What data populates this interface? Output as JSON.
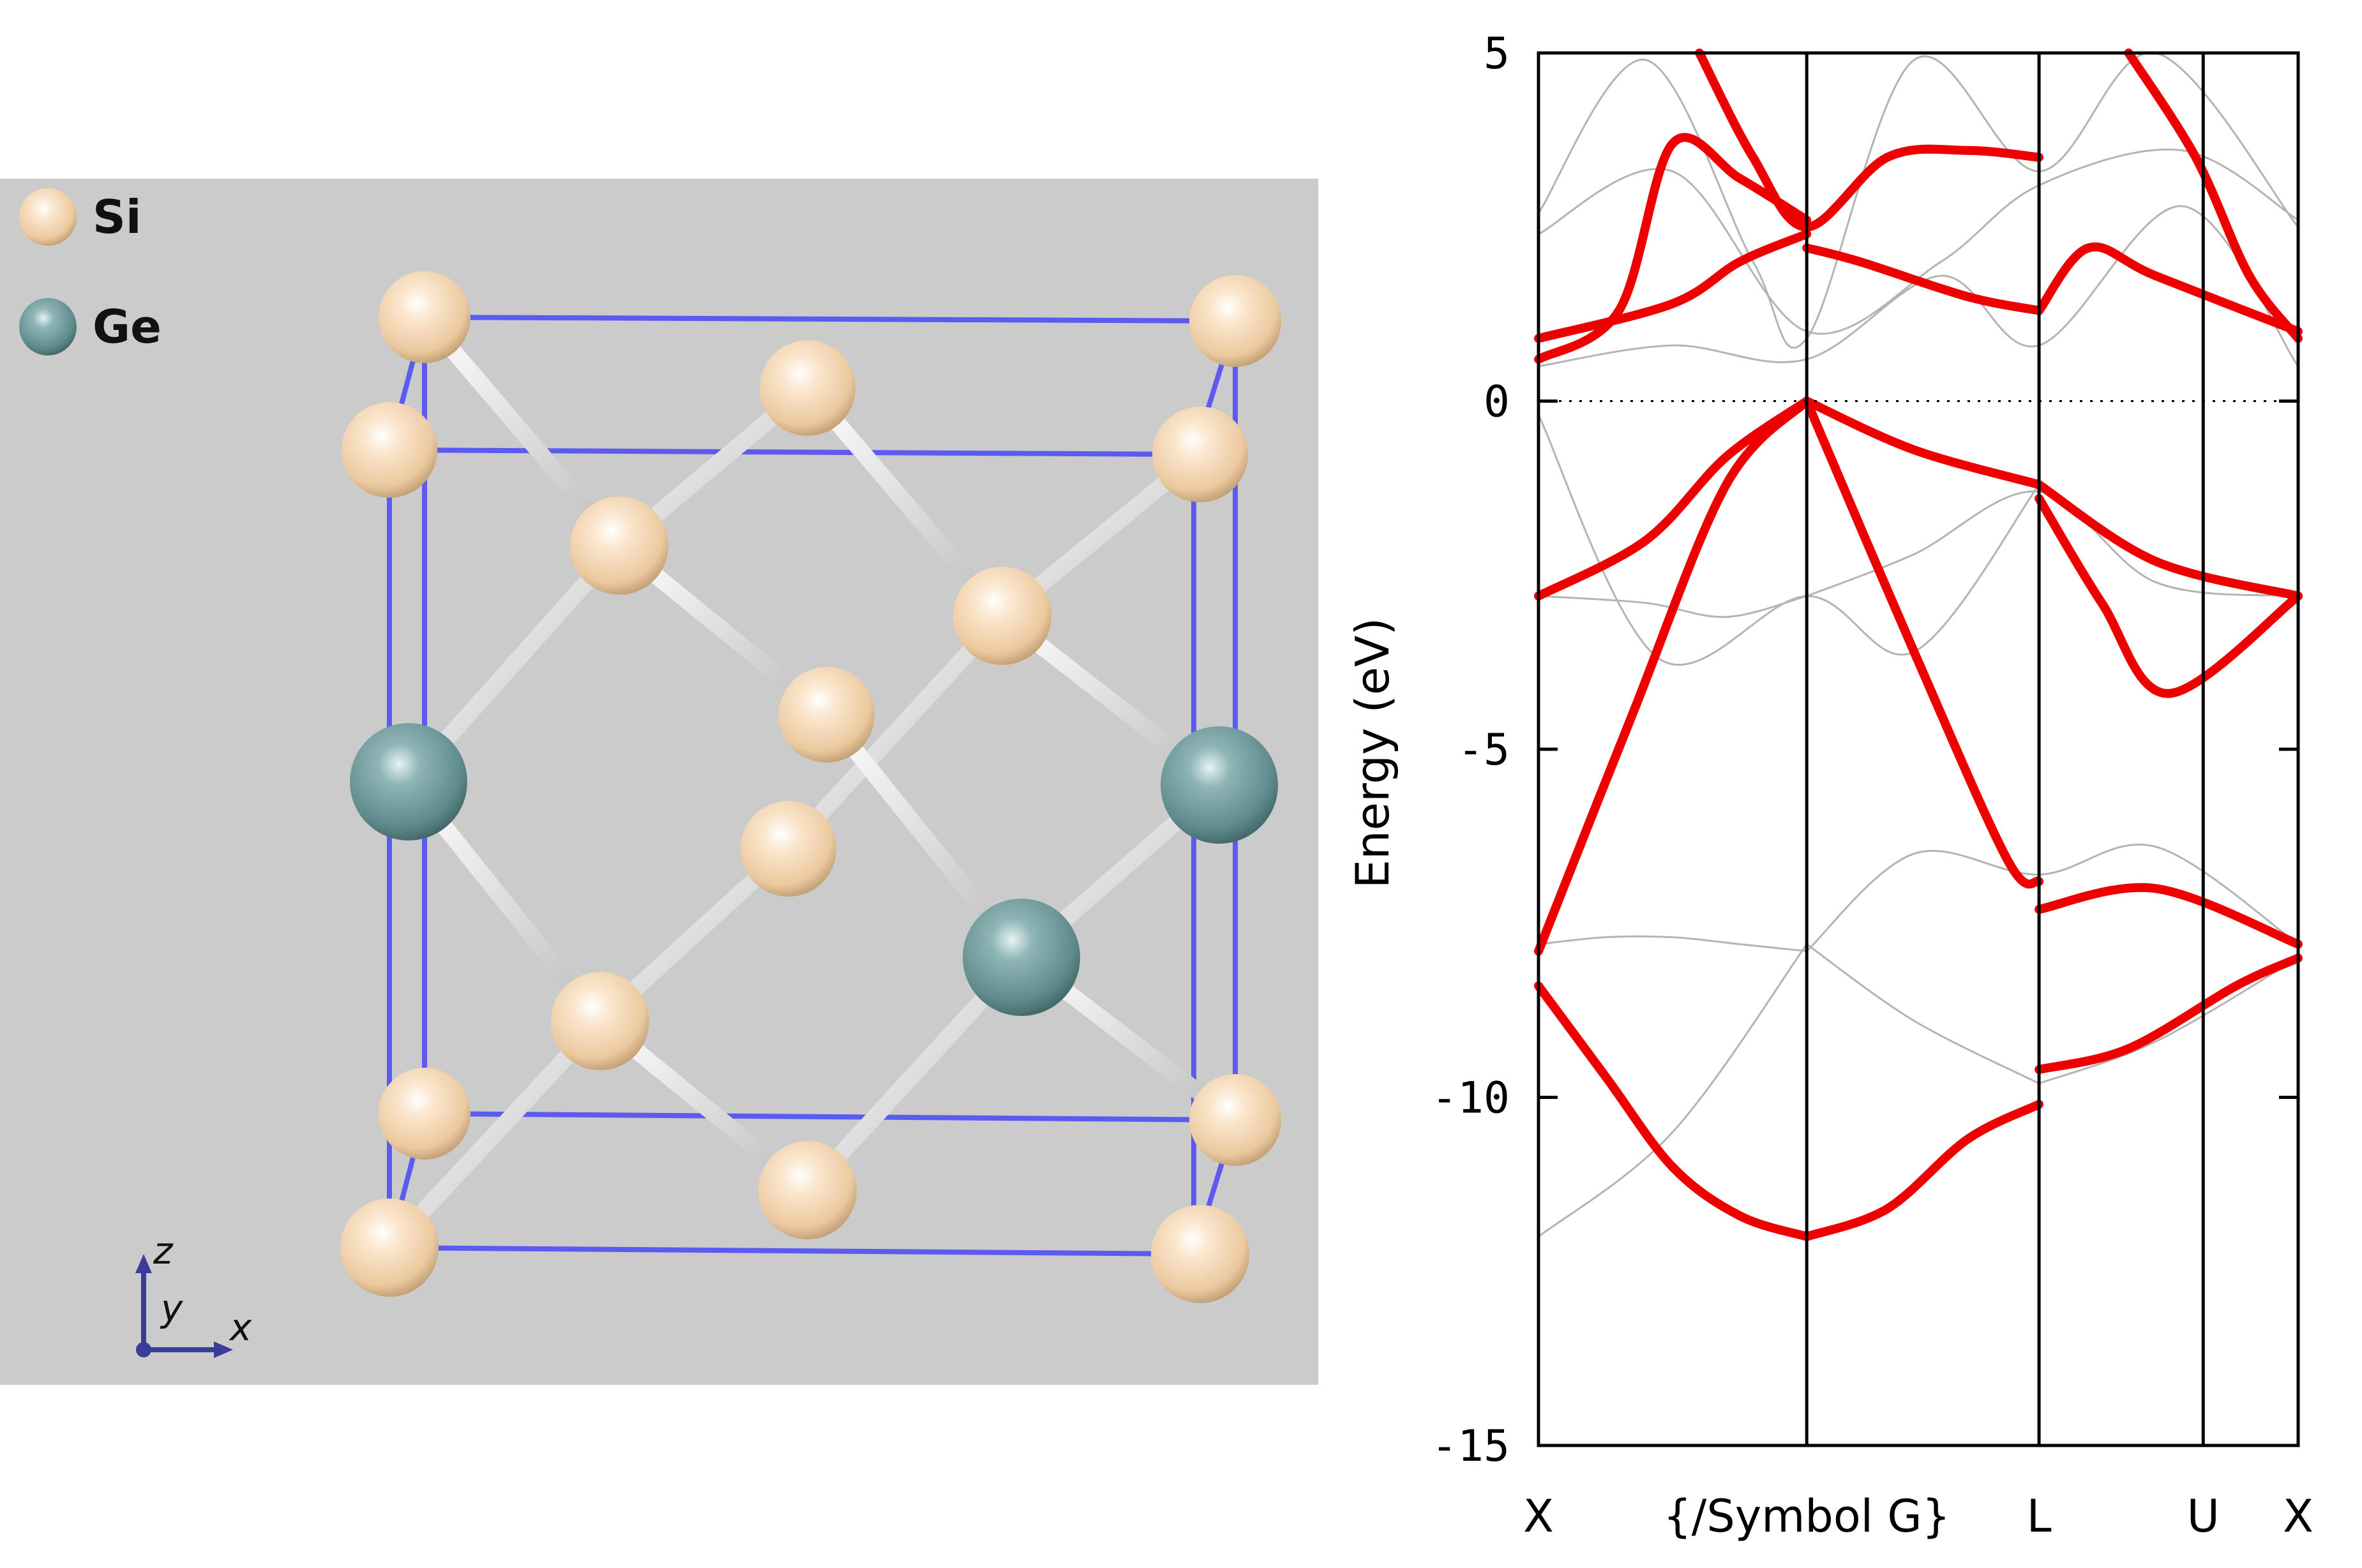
{
  "structure": {
    "legend": [
      {
        "label": "Si",
        "color": "#f2d2ad"
      },
      {
        "label": "Ge",
        "color": "#6e989a"
      }
    ],
    "axes_letters": {
      "z": "z",
      "y": "y",
      "x": "x"
    },
    "background": "#cbcbcb",
    "cell_edge_color": "#5b5bf0",
    "bond_color": "#f2f2f2"
  },
  "chart_data": {
    "type": "line",
    "ylabel": "Energy (eV)",
    "ylim": [
      -15,
      5
    ],
    "yticks": [
      5,
      0,
      -5,
      -10,
      -15
    ],
    "kpoints": [
      {
        "label": "X",
        "x": 0
      },
      {
        "label": "{/Symbol G}",
        "x": 1
      },
      {
        "label": "L",
        "x": 1.866
      },
      {
        "label": "U",
        "x": 2.478
      },
      {
        "label": "X",
        "x": 2.832
      }
    ],
    "fermi_level": 0,
    "projection_color": "#ee0000",
    "band_color": "#b4b4b4",
    "projected_bands": [
      {
        "x": [
          0,
          0.25,
          0.5,
          0.75,
          1
        ],
        "y": [
          -8.4,
          -9.7,
          -11.0,
          -11.7,
          -12.0
        ]
      },
      {
        "x": [
          1,
          1.3,
          1.6,
          1.866
        ],
        "y": [
          -12.0,
          -11.6,
          -10.6,
          -10.1
        ]
      },
      {
        "x": [
          1.866,
          2.2,
          2.6,
          2.832
        ],
        "y": [
          -9.6,
          -9.3,
          -8.4,
          -8.0
        ]
      },
      {
        "x": [
          0,
          0.4,
          0.7,
          1
        ],
        "y": [
          -2.8,
          -2.0,
          -0.8,
          0.0
        ]
      },
      {
        "x": [
          1,
          1.4,
          1.866
        ],
        "y": [
          0.0,
          -0.7,
          -1.2
        ]
      },
      {
        "x": [
          1.866,
          2.3,
          2.832
        ],
        "y": [
          -1.2,
          -2.3,
          -2.8
        ]
      },
      {
        "x": [
          0,
          0.35,
          0.7,
          1
        ],
        "y": [
          -7.9,
          -4.5,
          -1.2,
          0.0
        ]
      },
      {
        "x": [
          1,
          1.4,
          1.75,
          1.866
        ],
        "y": [
          0.0,
          -3.6,
          -6.6,
          -6.9
        ]
      },
      {
        "x": [
          1.866,
          2.3,
          2.832
        ],
        "y": [
          -7.3,
          -7.0,
          -7.8
        ]
      },
      {
        "x": [
          1.866,
          2.1,
          2.35,
          2.832
        ],
        "y": [
          -1.4,
          -2.9,
          -4.2,
          -2.8
        ]
      },
      {
        "x": [
          0,
          0.3,
          0.5,
          0.75,
          1
        ],
        "y": [
          0.6,
          1.3,
          3.7,
          3.2,
          2.6
        ]
      },
      {
        "x": [
          0.6,
          0.8,
          1,
          1.3,
          1.6,
          1.866
        ],
        "y": [
          5.0,
          3.5,
          2.5,
          3.5,
          3.6,
          3.5
        ]
      },
      {
        "x": [
          0,
          0.5,
          0.75,
          1
        ],
        "y": [
          0.9,
          1.4,
          2.0,
          2.4
        ]
      },
      {
        "x": [
          1,
          1.2,
          1.6,
          1.866
        ],
        "y": [
          2.2,
          2.0,
          1.5,
          1.3
        ]
      },
      {
        "x": [
          1.866,
          2.05,
          2.3,
          2.832
        ],
        "y": [
          1.3,
          2.2,
          1.8,
          1.0
        ]
      },
      {
        "x": [
          2.2,
          2.45,
          2.65,
          2.832
        ],
        "y": [
          5.0,
          3.5,
          1.8,
          0.9
        ]
      }
    ],
    "other_bands": [
      {
        "x": [
          0,
          0.25,
          0.5,
          0.75,
          1
        ],
        "y": [
          -7.8,
          -7.7,
          -7.7,
          -7.8,
          -7.9
        ]
      },
      {
        "x": [
          1,
          1.4,
          1.866,
          2.3,
          2.832
        ],
        "y": [
          -7.9,
          -6.5,
          -6.8,
          -6.4,
          -7.8
        ]
      },
      {
        "x": [
          0,
          0.5,
          1
        ],
        "y": [
          -12.0,
          -10.5,
          -7.8
        ]
      },
      {
        "x": [
          1,
          1.4,
          1.866
        ],
        "y": [
          -7.8,
          -8.9,
          -9.8
        ]
      },
      {
        "x": [
          1.866,
          2.3,
          2.832
        ],
        "y": [
          -9.8,
          -9.2,
          -8.0
        ]
      },
      {
        "x": [
          0,
          0.4,
          0.7,
          1
        ],
        "y": [
          -2.8,
          -2.9,
          -3.1,
          -2.8
        ]
      },
      {
        "x": [
          1,
          1.4,
          1.866,
          2.3,
          2.832
        ],
        "y": [
          -2.8,
          -2.2,
          -1.3,
          -2.6,
          -2.8
        ]
      },
      {
        "x": [
          0,
          0.45,
          1,
          1.4,
          1.866
        ],
        "y": [
          -0.2,
          -3.7,
          -2.8,
          -3.6,
          -1.2
        ]
      },
      {
        "x": [
          0,
          0.4,
          0.8,
          1,
          1.4,
          1.866,
          2.3,
          2.832
        ],
        "y": [
          2.7,
          4.9,
          2.0,
          0.9,
          4.9,
          3.3,
          5.0,
          2.5
        ]
      },
      {
        "x": [
          0,
          0.5,
          1,
          1.5,
          1.866,
          2.4,
          2.832
        ],
        "y": [
          0.5,
          0.8,
          0.6,
          1.8,
          0.8,
          2.8,
          0.5
        ]
      },
      {
        "x": [
          0,
          0.5,
          1,
          1.5,
          1.866,
          2.4,
          2.832
        ],
        "y": [
          2.4,
          3.3,
          1.0,
          2.0,
          3.1,
          3.6,
          2.6
        ]
      }
    ]
  }
}
